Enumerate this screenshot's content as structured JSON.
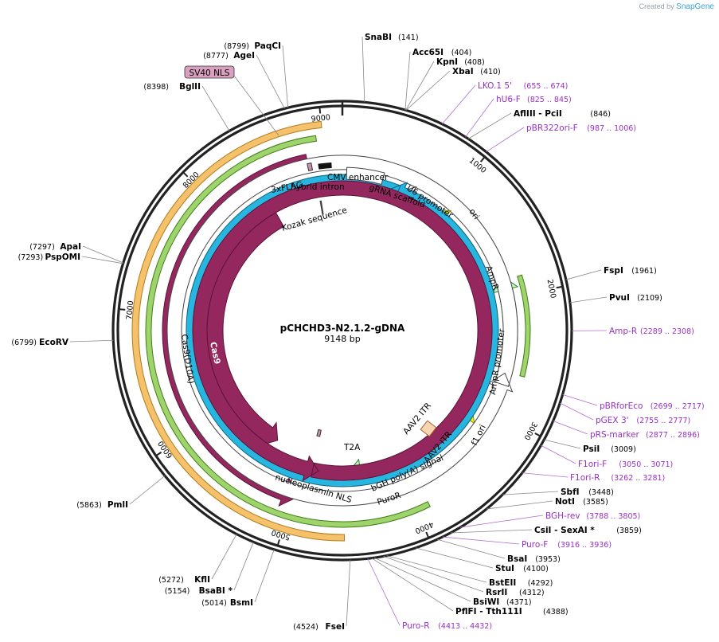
{
  "credit": {
    "prefix": "Created by",
    "brand": "SnapGene"
  },
  "plasmid": {
    "name": "pCHCHD3-N2.1.2-gDNA",
    "length_label": "9148 bp",
    "length": 9148
  },
  "colors": {
    "purple_label": "#9a2fc4",
    "cas9": "#94285e",
    "puro": "#c9f7c9",
    "ori": "#f6f600",
    "ampr": "#c9f7c9",
    "u6": "#ffffff",
    "scaffold": "#27b6e0",
    "itr": "#f9d4b0",
    "bgh": "#a5a9ad",
    "nls": "#c98fae",
    "sv40": "#d9a0c0",
    "highlight_orange": "#f5c26b",
    "highlight_green": "#9fd36b"
  },
  "ruler_ticks": [
    "1000",
    "2000",
    "3000",
    "4000",
    "5000",
    "6000",
    "7000",
    "8000",
    "9000"
  ],
  "sites": [
    {
      "name": "SnaBI",
      "pos": "(141)",
      "side": "R",
      "color": "black"
    },
    {
      "name": "Acc65I",
      "pos": "(404)",
      "side": "R",
      "color": "black"
    },
    {
      "name": "KpnI",
      "pos": "(408)",
      "side": "R",
      "color": "black"
    },
    {
      "name": "XbaI",
      "pos": "(410)",
      "side": "R",
      "color": "black"
    },
    {
      "name": "LKO.1 5'",
      "pos": "(655 .. 674)",
      "side": "R",
      "color": "purple"
    },
    {
      "name": "hU6-F",
      "pos": "(825 .. 845)",
      "side": "R",
      "color": "purple"
    },
    {
      "name": "AflIII - PciI",
      "pos": "(846)",
      "side": "R",
      "color": "black"
    },
    {
      "name": "pBR322ori-F",
      "pos": "(987 .. 1006)",
      "side": "R",
      "color": "purple"
    },
    {
      "name": "FspI",
      "pos": "(1961)",
      "side": "R",
      "color": "black"
    },
    {
      "name": "PvuI",
      "pos": "(2109)",
      "side": "R",
      "color": "black"
    },
    {
      "name": "Amp-R",
      "pos": "(2289 .. 2308)",
      "side": "R",
      "color": "purple"
    },
    {
      "name": "pBRforEco",
      "pos": "(2699 .. 2717)",
      "side": "R",
      "color": "purple"
    },
    {
      "name": "pGEX 3'",
      "pos": "(2755 .. 2777)",
      "side": "R",
      "color": "purple"
    },
    {
      "name": "pRS-marker",
      "pos": "(2877 .. 2896)",
      "side": "R",
      "color": "purple"
    },
    {
      "name": "PsiI",
      "pos": "(3009)",
      "side": "R",
      "color": "black"
    },
    {
      "name": "F1ori-F",
      "pos": "(3050 .. 3071)",
      "side": "R",
      "color": "purple"
    },
    {
      "name": "F1ori-R",
      "pos": "(3262 .. 3281)",
      "side": "R",
      "color": "purple"
    },
    {
      "name": "SbfI",
      "pos": "(3448)",
      "side": "R",
      "color": "black"
    },
    {
      "name": "NotI",
      "pos": "(3585)",
      "side": "R",
      "color": "black"
    },
    {
      "name": "BGH-rev",
      "pos": "(3788 .. 3805)",
      "side": "R",
      "color": "purple"
    },
    {
      "name": "CsiI - SexAI *",
      "pos": "(3859)",
      "side": "R",
      "color": "black"
    },
    {
      "name": "Puro-F",
      "pos": "(3916 .. 3936)",
      "side": "R",
      "color": "purple"
    },
    {
      "name": "BsaI",
      "pos": "(3953)",
      "side": "R",
      "color": "black"
    },
    {
      "name": "StuI",
      "pos": "(4100)",
      "side": "R",
      "color": "black"
    },
    {
      "name": "BstEII",
      "pos": "(4292)",
      "side": "R",
      "color": "black"
    },
    {
      "name": "RsrII",
      "pos": "(4312)",
      "side": "R",
      "color": "black"
    },
    {
      "name": "BsiWI",
      "pos": "(4371)",
      "side": "R",
      "color": "black"
    },
    {
      "name": "PflFI - Tth111I",
      "pos": "(4388)",
      "side": "R",
      "color": "black"
    },
    {
      "name": "Puro-R",
      "pos": "(4413 .. 4432)",
      "side": "R",
      "color": "purple"
    },
    {
      "name": "FseI",
      "pos": "(4524)",
      "side": "L",
      "color": "black"
    },
    {
      "name": "BsmI",
      "pos": "(5014)",
      "side": "L",
      "color": "black"
    },
    {
      "name": "BsaBI *",
      "pos": "(5154)",
      "side": "L",
      "color": "black"
    },
    {
      "name": "KflI",
      "pos": "(5272)",
      "side": "L",
      "color": "black"
    },
    {
      "name": "PmlI",
      "pos": "(5863)",
      "side": "L",
      "color": "black"
    },
    {
      "name": "EcoRV",
      "pos": "(6799)",
      "side": "L",
      "color": "black"
    },
    {
      "name": "PspOMI",
      "pos": "(7293)",
      "side": "L",
      "color": "black"
    },
    {
      "name": "ApaI",
      "pos": "(7297)",
      "side": "L",
      "color": "black"
    },
    {
      "name": "BglII",
      "pos": "(8398)",
      "side": "L",
      "color": "black"
    },
    {
      "name": "AgeI",
      "pos": "(8777)",
      "side": "L",
      "color": "black"
    },
    {
      "name": "PaqCI",
      "pos": "(8799)",
      "side": "L",
      "color": "black"
    }
  ],
  "features": {
    "sv40_nls": "SV40 NLS",
    "cmv_enhancer": "CMV enhancer",
    "hybrid_intron": "hybrid intron",
    "flag": "3xFLAG",
    "kozak": "Kozak sequence",
    "grna_scaffold": "gRNA scaffold",
    "u6_promoter": "U6 promoter",
    "ori": "ori",
    "ampr": "AmpR",
    "ampr_promoter": "AmpR promoter",
    "f1_ori": "f1 ori",
    "aav2_itr_1": "AAV2 ITR",
    "aav2_itr_2": "AAV2 ITR",
    "bgh": "bGH poly(A) signal",
    "puror": "PuroR",
    "nucleoplasmin_nls": "nucleoplasmin NLS",
    "t2a": "T2A",
    "cas9": "Cas9",
    "cas9_d10a": "Cas9(D10A)"
  }
}
